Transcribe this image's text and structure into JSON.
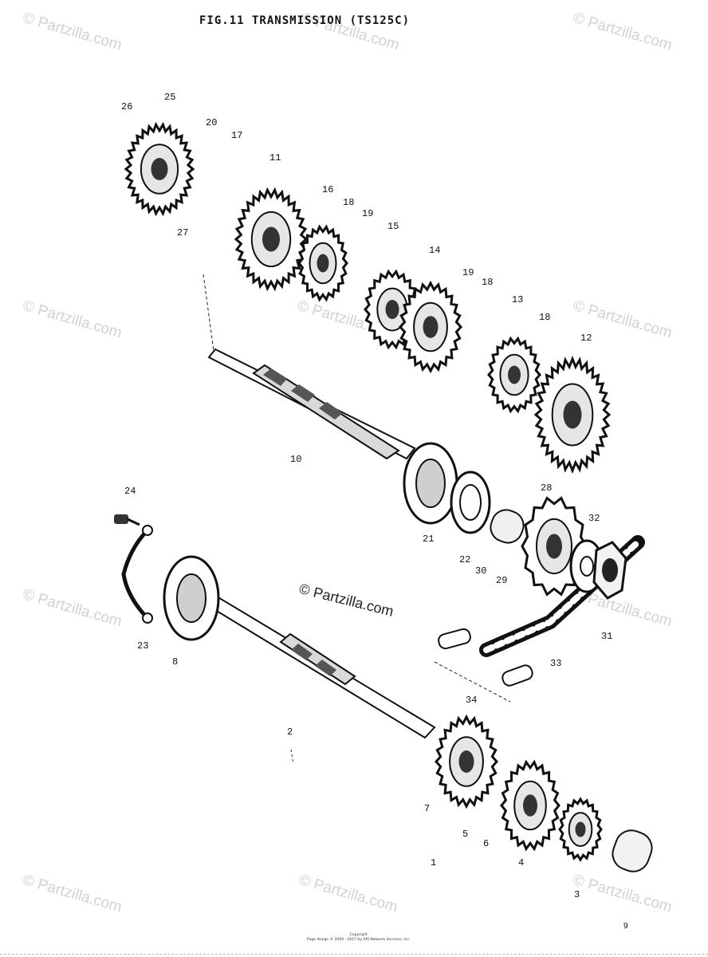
{
  "title": "FIG.11  TRANSMISSION (TS125C)",
  "watermark": "© Partzilla.com",
  "center_watermark": "© Partzilla.com",
  "callouts": [
    "26",
    "25",
    "20",
    "17",
    "11",
    "16",
    "18",
    "19",
    "15",
    "14",
    "19",
    "18",
    "13",
    "18",
    "12",
    "27",
    "10",
    "28",
    "24",
    "32",
    "21",
    "22",
    "30",
    "29",
    "31",
    "23",
    "8",
    "33",
    "34",
    "2",
    "7",
    "5",
    "6",
    "4",
    "1",
    "3"
  ],
  "footer": {
    "line1": "Copyright",
    "line2": "Page design © 2004 - 2017 by ARI Network Services, Inc."
  },
  "page_number": "9"
}
